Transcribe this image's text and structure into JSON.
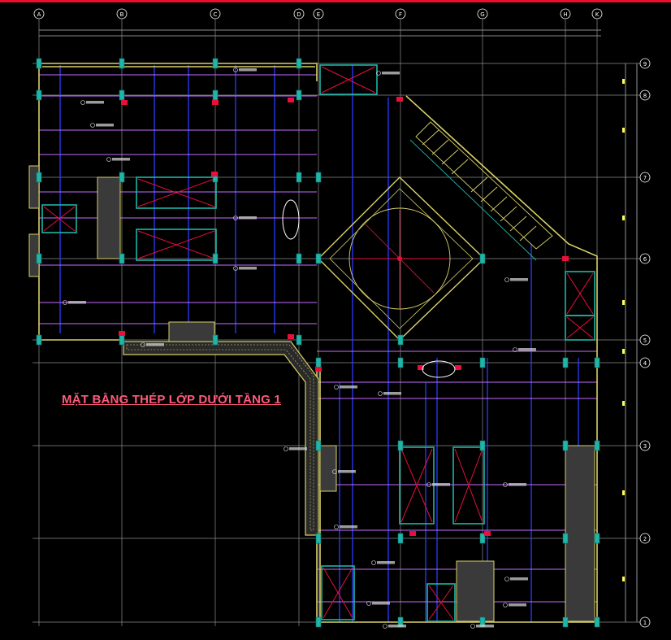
{
  "drawing": {
    "title": "MẶT BẰNG THÉP LỚP DƯỚI TẦNG 1",
    "grid_letters": [
      "A",
      "B",
      "C",
      "D",
      "E",
      "F",
      "G",
      "H",
      "K"
    ],
    "grid_numbers": [
      "9",
      "8",
      "7",
      "6",
      "5",
      "4",
      "3",
      "2",
      "1"
    ],
    "colors": {
      "background": "#000000",
      "wall": "#d8d068",
      "grid": "#9a9a9a",
      "rebar_main": "#2a3cff",
      "rebar_cross": "#c46cff",
      "opening": "#e8103a",
      "column": "#1fb5a8",
      "title": "#ff5a7a",
      "annotation": "#e6e6e6",
      "bubble": "#ffffff",
      "dimension": "#ffff55"
    }
  }
}
